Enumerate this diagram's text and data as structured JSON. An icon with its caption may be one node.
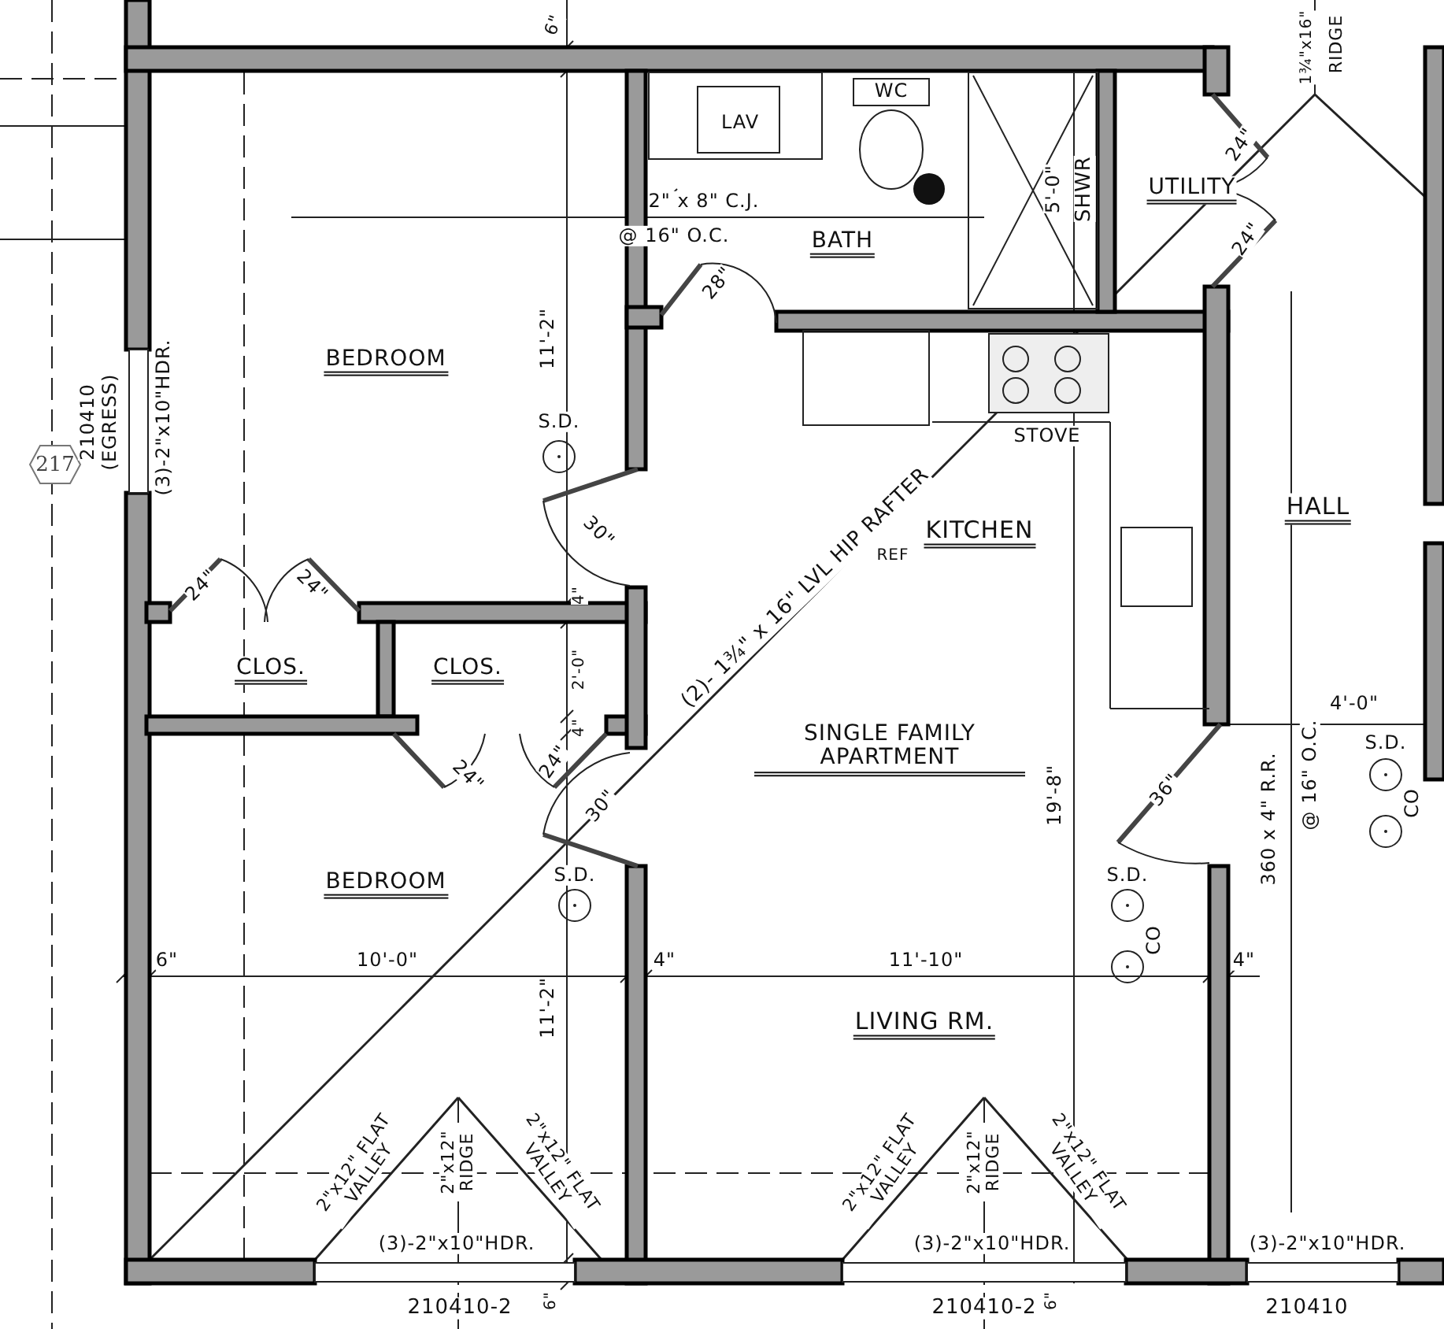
{
  "diagram": {
    "nodes": [
      {
        "text": [
          "217"
        ]
      }
    ],
    "labels": [
      "6\"",
      "LAV",
      "WC",
      "1¾\"x16\"",
      "RIDGE",
      "2\" x 8\" C.J.",
      "@ 16\" O.C.",
      "5'-0\"",
      "SHWR",
      "UTILITY",
      "24\"",
      "24\"",
      "BATH",
      "28\"",
      "210410",
      "(EGRESS)",
      "(3)-2\"x10\"HDR.",
      "BEDROOM",
      "11'-2\"",
      "S.D.",
      "STOVE",
      "(2)- 1¾\" x 16\" LVL HIP RAFTER",
      "KITCHEN",
      "REF",
      "HALL",
      "30\"",
      "24\"",
      "24\"",
      "4\"",
      "CLOS.",
      "CLOS.",
      "2'-0\"",
      "SINGLE FAMILY APARTMENT",
      "4\"",
      "24\"",
      "24\"",
      "30\"",
      "19'-8\"",
      "36\"",
      "360 x 4\" R.R.",
      "@ 16\" O.C.",
      "4'-0\"",
      "S.D.",
      "CO",
      "BEDROOM",
      "S.D.",
      "S.D.",
      "CO",
      "6\"",
      "10'-0\"",
      "4\"",
      "11'-10\"",
      "4\"",
      "11'-2\"",
      "LIVING RM.",
      "2\"x12\" FLAT VALLEY",
      "2\"x12\" RIDGE",
      "2\"x12\" FLAT VALLEY",
      "2\"x12\" FLAT VALLEY",
      "2\"x12\" RIDGE",
      "2\"x12\" FLAT VALLEY",
      "(3)-2\"x10\"HDR.",
      "(3)-2\"x10\"HDR.",
      "(3)-2\"x10\"HDR.",
      "210410-2",
      "6\"",
      "210410-2",
      "6\"",
      "210410"
    ]
  }
}
